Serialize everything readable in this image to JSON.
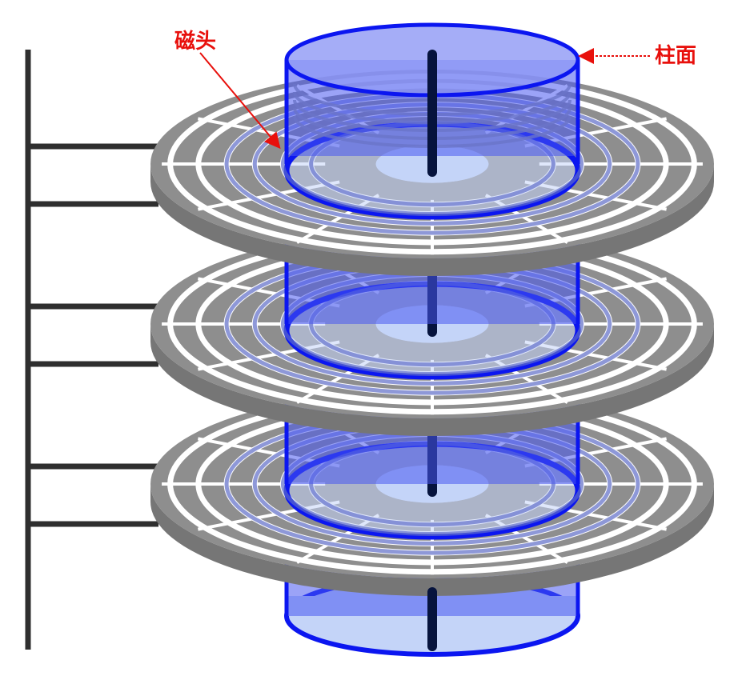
{
  "labels": {
    "head": "磁头",
    "cylinder": "柱面"
  },
  "colors": {
    "platter": "#8e8e8e",
    "platter_edge": "#767676",
    "track_gap": "#ffffff",
    "cylinder_stroke": "#0b16f0",
    "cylinder_fill": "#4858f0",
    "cylinder_inner_fill": "#c4d4f8",
    "spindle": "#06133d",
    "arm": "#2f2f2f",
    "label": "#e8100c"
  },
  "structure": {
    "platter_count": 3,
    "tracks_per_platter": 6,
    "sectors_per_track": 12
  }
}
